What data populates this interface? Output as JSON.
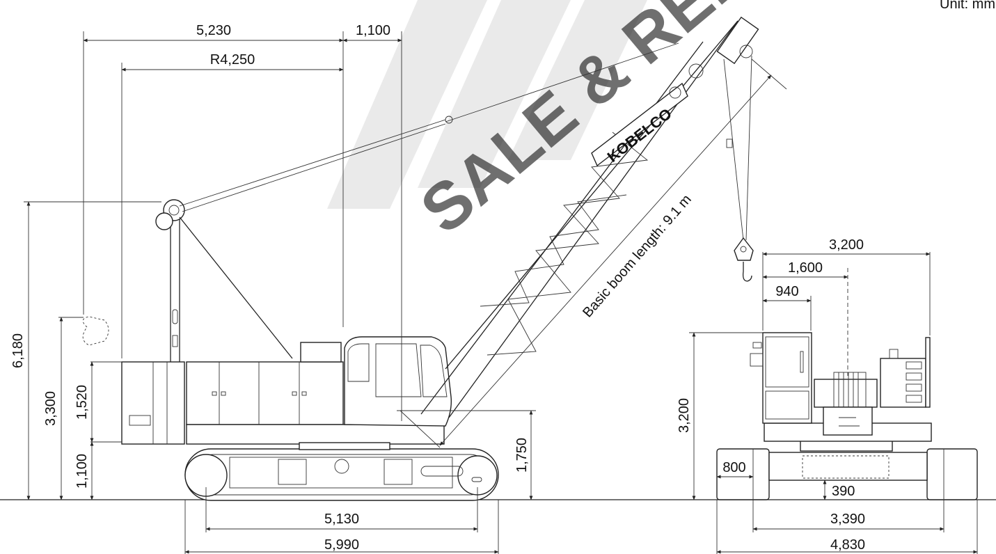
{
  "unit": "Unit: mm",
  "watermark": "SALE & RENT",
  "boom": {
    "brand": "KOBELCO",
    "label": "Basic boom length: 9.1 m"
  },
  "side_view": {
    "top_dims": [
      "5,230",
      "1,100"
    ],
    "radius": "R4,250",
    "left_heights": [
      "6,180",
      "3,300",
      "1,520",
      "1,100"
    ],
    "right_height": "1,750",
    "bottom_dims": [
      "5,130",
      "5,990"
    ]
  },
  "front_view": {
    "widths_top": [
      "3,200",
      "1,600",
      "940"
    ],
    "height": "3,200",
    "track_width": "800",
    "clearance": "390",
    "bottom_widths": [
      "3,390",
      "4,830"
    ]
  },
  "colors": {
    "line": "#222222",
    "watermark": "#d8d8d8"
  }
}
